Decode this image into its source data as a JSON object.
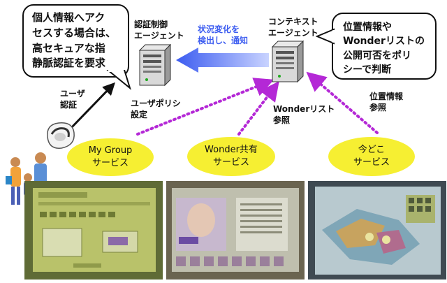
{
  "agents": {
    "auth": {
      "label_lines": [
        "認証制御",
        "エージェント"
      ],
      "icon": "server-icon"
    },
    "context": {
      "label_lines": [
        "コンテキスト",
        "エージェント"
      ],
      "icon": "server-icon"
    }
  },
  "callouts": {
    "left": {
      "lines": [
        "個人情報へアク",
        "セスする場合は、",
        "高セキュアな指",
        "静脈認証を要求"
      ]
    },
    "right": {
      "lines": [
        "位置情報や",
        "Wonderリストの",
        "公開可否をポリ",
        "シーで判断"
      ]
    }
  },
  "notify_arrow": {
    "lines": [
      "状況変化を",
      "検出し、通知"
    ],
    "color": "#3c5cf0"
  },
  "arrow_labels": {
    "user_auth": [
      "ユーザ",
      "認証"
    ],
    "user_policy": [
      "ユーザポリシ",
      "設定"
    ],
    "wonder_ref": [
      "Wonderリスト",
      "参照"
    ],
    "location_ref": [
      "位置情報",
      "参照"
    ]
  },
  "services": [
    {
      "lines": [
        "My Group",
        "サービス"
      ]
    },
    {
      "lines": [
        "Wonder共有",
        "サービス"
      ]
    },
    {
      "lines": [
        "今どこ",
        "サービス"
      ]
    }
  ],
  "colors": {
    "dotted_arrow": "#b428d6",
    "service_fill": "#f6ef32",
    "arrow_blue": "#3c5cf0"
  }
}
